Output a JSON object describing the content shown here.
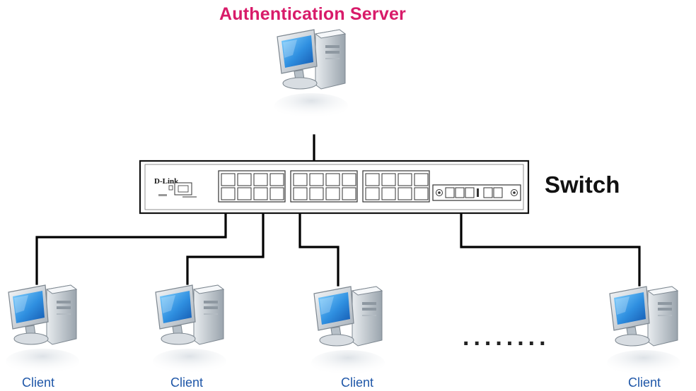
{
  "diagram": {
    "server_title": "Authentication Server",
    "switch_label": "Switch",
    "switch_brand": "D-Link",
    "client_label": "Client",
    "clients": [
      {
        "label": "Client"
      },
      {
        "label": "Client"
      },
      {
        "label": "Client"
      },
      {
        "label": "Client"
      }
    ],
    "ellipsis": "........",
    "colors": {
      "title": "#d81b6a",
      "client_label": "#1f57a8",
      "cable": "#000000",
      "screen": "#2f8fe0"
    },
    "icons": [
      "desktop-computer-icon",
      "network-switch-icon"
    ]
  }
}
